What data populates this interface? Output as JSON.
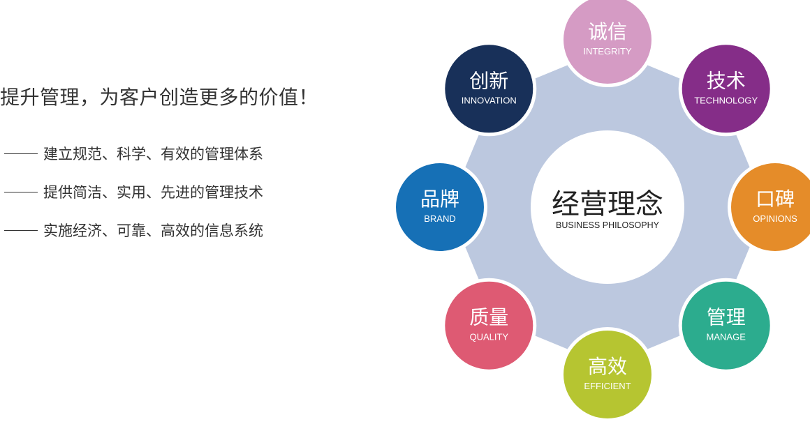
{
  "headline": "提升管理，为客户创造更多的价值！",
  "points": [
    "建立规范、科学、有效的管理体系",
    "提供简洁、实用、先进的管理技术",
    "实施经济、可靠、高效的信息系统"
  ],
  "center": {
    "zh": "经营理念",
    "en": "BUSINESS PHILOSOPHY"
  },
  "gear_color": "#bcc8df",
  "items": [
    {
      "zh": "诚信",
      "en": "INTEGRITY",
      "color": "#d59bc4",
      "icon": "integrity-circle"
    },
    {
      "zh": "技术",
      "en": "TECHNOLOGY",
      "color": "#852d88",
      "icon": "technology-circle"
    },
    {
      "zh": "口碑",
      "en": "OPINIONS",
      "color": "#e58c29",
      "icon": "opinions-circle"
    },
    {
      "zh": "管理",
      "en": "MANAGE",
      "color": "#2cac8e",
      "icon": "manage-circle"
    },
    {
      "zh": "高效",
      "en": "EFFICIENT",
      "color": "#b6c531",
      "icon": "efficient-circle"
    },
    {
      "zh": "质量",
      "en": "QUALITY",
      "color": "#de5a73",
      "icon": "quality-circle"
    },
    {
      "zh": "品牌",
      "en": "BRAND",
      "color": "#1670b6",
      "icon": "brand-circle"
    },
    {
      "zh": "创新",
      "en": "INNOVATION",
      "color": "#183059",
      "icon": "innovation-circle"
    }
  ]
}
